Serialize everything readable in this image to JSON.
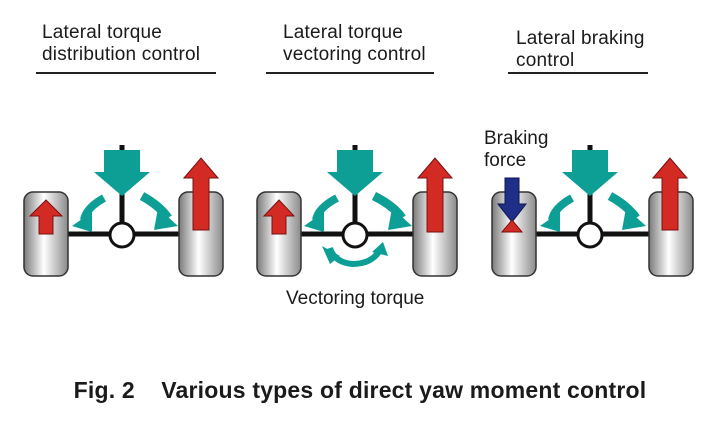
{
  "panels": [
    {
      "title_line1": "Lateral torque",
      "title_line2": "distribution control"
    },
    {
      "title_line1": "Lateral torque",
      "title_line2": "vectoring control"
    },
    {
      "title_line1": "Lateral braking",
      "title_line2": "control"
    }
  ],
  "labels": {
    "braking_line1": "Braking",
    "braking_line2": "force",
    "vectoring_torque": "Vectoring torque"
  },
  "caption": "Fig. 2    Various types of direct yaw moment control",
  "colors": {
    "teal": "#0d9f96",
    "red": "#d42a24",
    "navy": "#1f2f88",
    "wheel_dark": "#8a8a8a",
    "wheel_light": "#f2f2f2"
  }
}
